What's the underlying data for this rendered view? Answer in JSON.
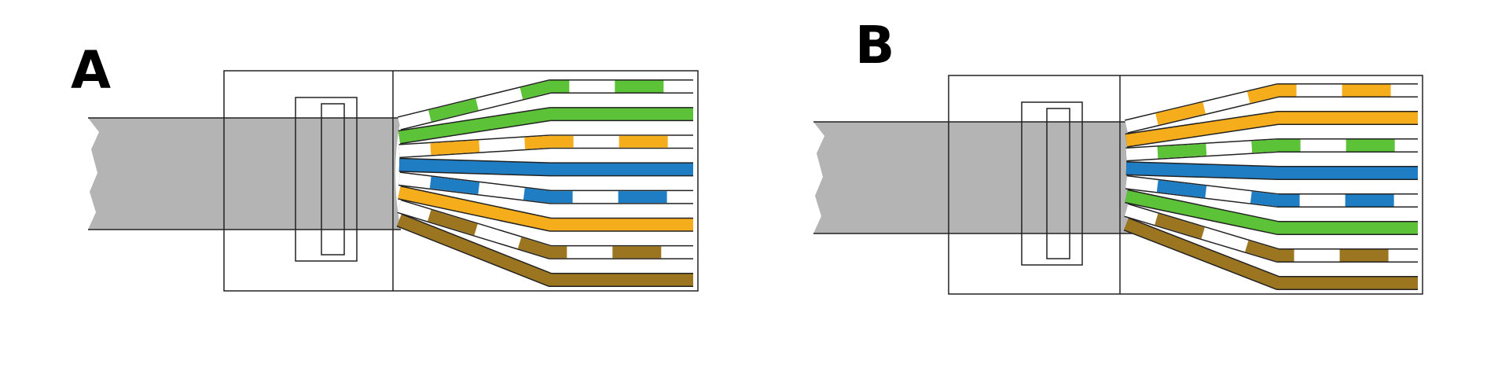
{
  "panels": [
    {
      "id": "A",
      "label": "A",
      "wires": [
        {
          "base": "#ffffff",
          "stripe": "#5cc238",
          "striped": true
        },
        {
          "base": "#5cc238",
          "stripe": "#5cc238",
          "striped": false
        },
        {
          "base": "#ffffff",
          "stripe": "#f5ad1c",
          "striped": true
        },
        {
          "base": "#1f7dc4",
          "stripe": "#1f7dc4",
          "striped": false
        },
        {
          "base": "#ffffff",
          "stripe": "#1f7dc4",
          "striped": true
        },
        {
          "base": "#f5ad1c",
          "stripe": "#f5ad1c",
          "striped": false
        },
        {
          "base": "#ffffff",
          "stripe": "#9c7520",
          "striped": true
        },
        {
          "base": "#9c7520",
          "stripe": "#9c7520",
          "striped": false
        }
      ]
    },
    {
      "id": "B",
      "label": "B",
      "wires": [
        {
          "base": "#ffffff",
          "stripe": "#f5ad1c",
          "striped": true
        },
        {
          "base": "#f5ad1c",
          "stripe": "#f5ad1c",
          "striped": false
        },
        {
          "base": "#ffffff",
          "stripe": "#5cc238",
          "striped": true
        },
        {
          "base": "#1f7dc4",
          "stripe": "#1f7dc4",
          "striped": false
        },
        {
          "base": "#ffffff",
          "stripe": "#1f7dc4",
          "striped": true
        },
        {
          "base": "#5cc238",
          "stripe": "#5cc238",
          "striped": false
        },
        {
          "base": "#ffffff",
          "stripe": "#9c7520",
          "striped": true
        },
        {
          "base": "#9c7520",
          "stripe": "#9c7520",
          "striped": false
        }
      ]
    }
  ],
  "colors": {
    "cable": "#b4b4b4",
    "outline": "#222222",
    "connector_fill": "#ffffff"
  }
}
